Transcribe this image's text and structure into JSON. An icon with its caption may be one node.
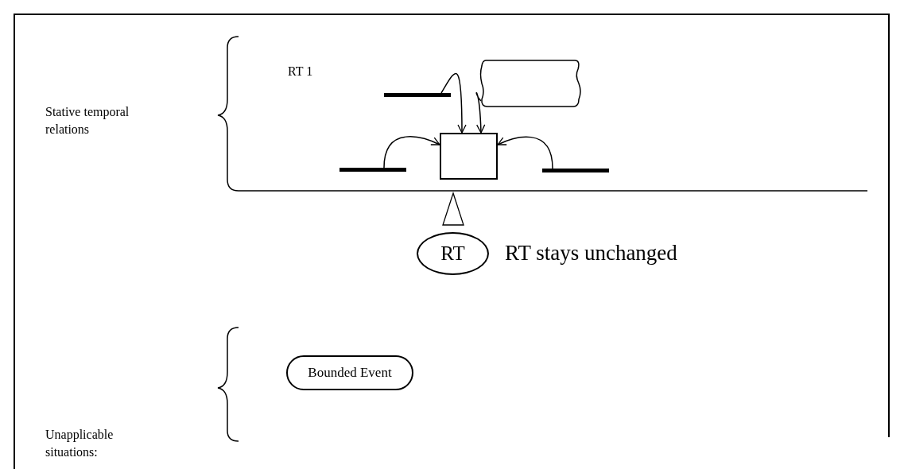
{
  "diagram": {
    "nodes": [
      {
        "text": [],
        "shape": "bar"
      },
      {
        "text": [],
        "shape": "box"
      },
      {
        "text": [],
        "shape": "bar"
      },
      {
        "text": [],
        "shape": "box"
      },
      {
        "text": [],
        "shape": "bar"
      },
      {
        "text": [
          "RT"
        ],
        "beside": [
          "RT stays unchanged"
        ]
      },
      {
        "text": [
          "Bounded Event"
        ]
      }
    ],
    "edges": [
      {
        "from": 0,
        "to": 3,
        "arrow": "to"
      },
      {
        "from": 1,
        "to": 3,
        "arrow": "to"
      },
      {
        "from": 2,
        "to": 3,
        "arrow": "to"
      },
      {
        "from": 4,
        "to": 3,
        "arrow": "to"
      }
    ],
    "labels": [
      "Stative temporal relations",
      "RT 1",
      "Unapplicable situations:"
    ]
  }
}
